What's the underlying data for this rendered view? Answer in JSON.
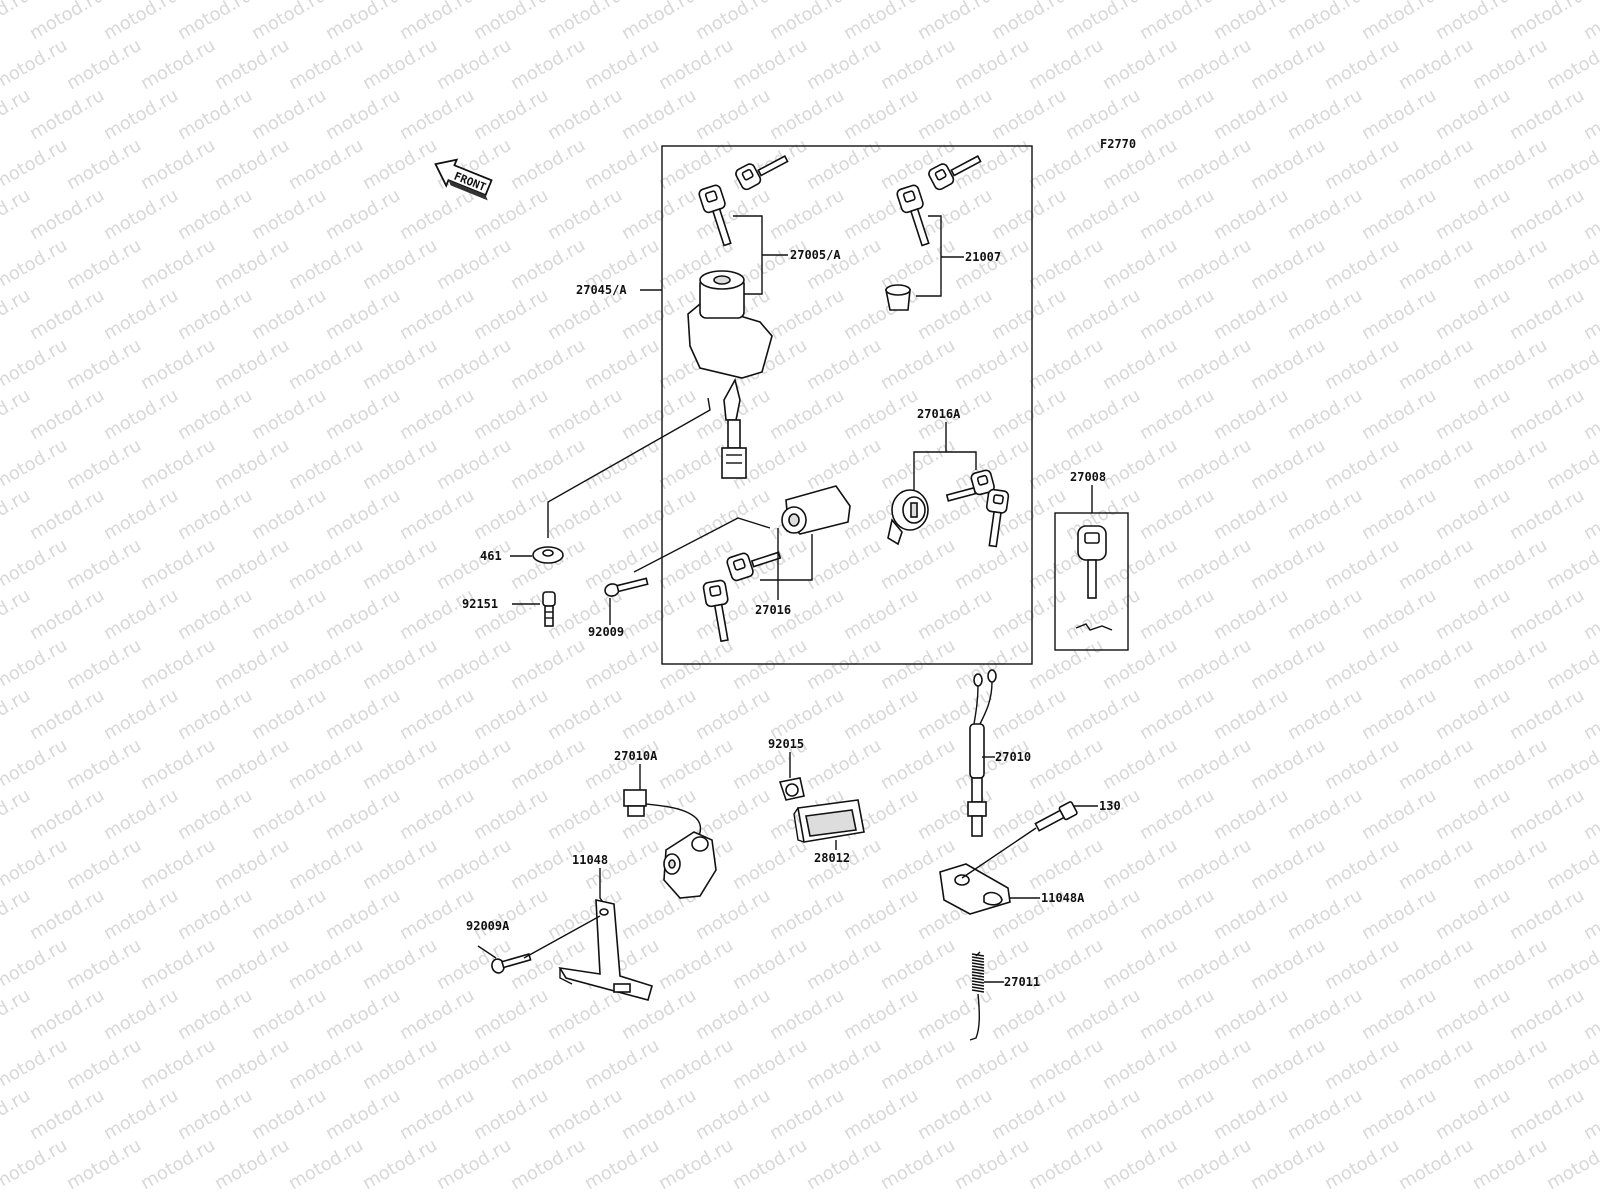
{
  "watermark": "motod.ru",
  "figure_code": "F2770",
  "front_label": "FRONT",
  "callouts": {
    "k27005A": "27005/A",
    "k27045A": "27045/A",
    "k21007": "21007",
    "k27016A": "27016A",
    "k27008": "27008",
    "k461": "461",
    "k92151": "92151",
    "k92009": "92009",
    "k27016": "27016",
    "k27010A": "27010A",
    "k92015": "92015",
    "k27010": "27010",
    "k130": "130",
    "k28012": "28012",
    "k11048": "11048",
    "k11048A": "11048A",
    "k92009A": "92009A",
    "k27011": "27011"
  }
}
